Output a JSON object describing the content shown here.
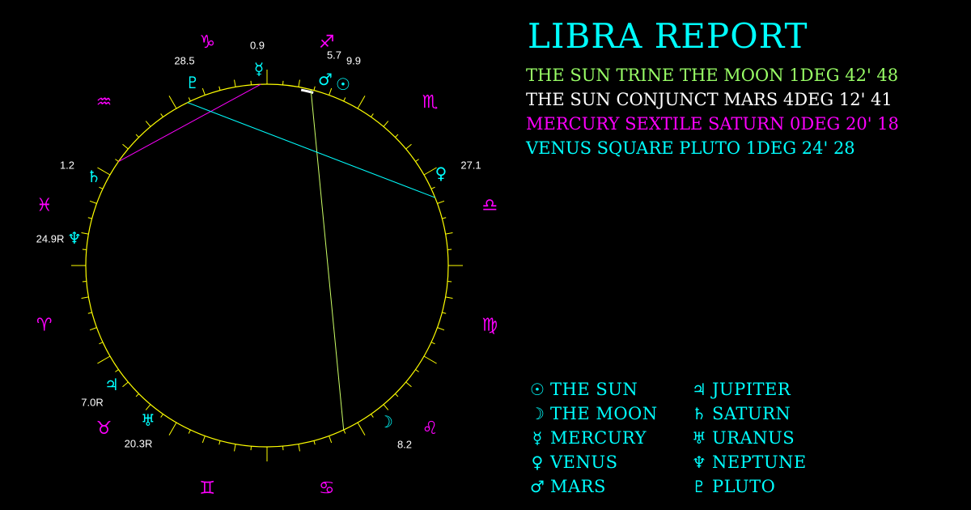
{
  "colors": {
    "background": "#000000",
    "title": "#00ffff",
    "circle": "#ffff00",
    "sign": "#ff00ff",
    "planet": "#00ffff",
    "degree": "#ffffff",
    "legend": "#00ffff"
  },
  "title": "LIBRA REPORT",
  "aspects": [
    {
      "text": "THE SUN TRINE THE MOON 1DEG 42' 48",
      "color": "#99ff66"
    },
    {
      "text": "THE SUN CONJUNCT MARS 4DEG 12' 41",
      "color": "#ffffff"
    },
    {
      "text": "MERCURY SEXTILE SATURN 0DEG 20' 18",
      "color": "#ff00ff"
    },
    {
      "text": "VENUS SQUARE PLUTO 1DEG 24' 28",
      "color": "#00ffff"
    }
  ],
  "wheel": {
    "signs": [
      "♑",
      "♐",
      "♏",
      "♎",
      "♍",
      "♌",
      "♋",
      "♊",
      "♉",
      "♈",
      "♓",
      "♒"
    ],
    "planets": [
      {
        "glyph": "☿",
        "degree": "0.9"
      },
      {
        "glyph": "♇",
        "degree": "28.5"
      },
      {
        "glyph": "♂",
        "degree": "5.7"
      },
      {
        "glyph": "☉",
        "degree": "9.9"
      },
      {
        "glyph": "♀",
        "degree": "27.1"
      },
      {
        "glyph": "♄",
        "degree": "1.2"
      },
      {
        "glyph": "♆",
        "degree": "24.9R"
      },
      {
        "glyph": "♃",
        "degree": "7.0R"
      },
      {
        "glyph": "♅",
        "degree": "20.3R"
      },
      {
        "glyph": "☽",
        "degree": "8.2"
      }
    ],
    "aspect_lines": [
      {
        "from": "☉",
        "to": "☽",
        "color": "#ccff66"
      },
      {
        "from": "☿",
        "to": "♄",
        "color": "#ff00ff"
      },
      {
        "from": "♀",
        "to": "♇",
        "color": "#00ffff"
      }
    ]
  },
  "legend": [
    {
      "glyph": "☉",
      "name": "THE SUN"
    },
    {
      "glyph": "♃",
      "name": "JUPITER"
    },
    {
      "glyph": "☽",
      "name": "THE MOON"
    },
    {
      "glyph": "♄",
      "name": "SATURN"
    },
    {
      "glyph": "☿",
      "name": "MERCURY"
    },
    {
      "glyph": "♅",
      "name": "URANUS"
    },
    {
      "glyph": "♀",
      "name": "VENUS"
    },
    {
      "glyph": "♆",
      "name": "NEPTUNE"
    },
    {
      "glyph": "♂",
      "name": "MARS"
    },
    {
      "glyph": "♇",
      "name": "PLUTO"
    }
  ]
}
